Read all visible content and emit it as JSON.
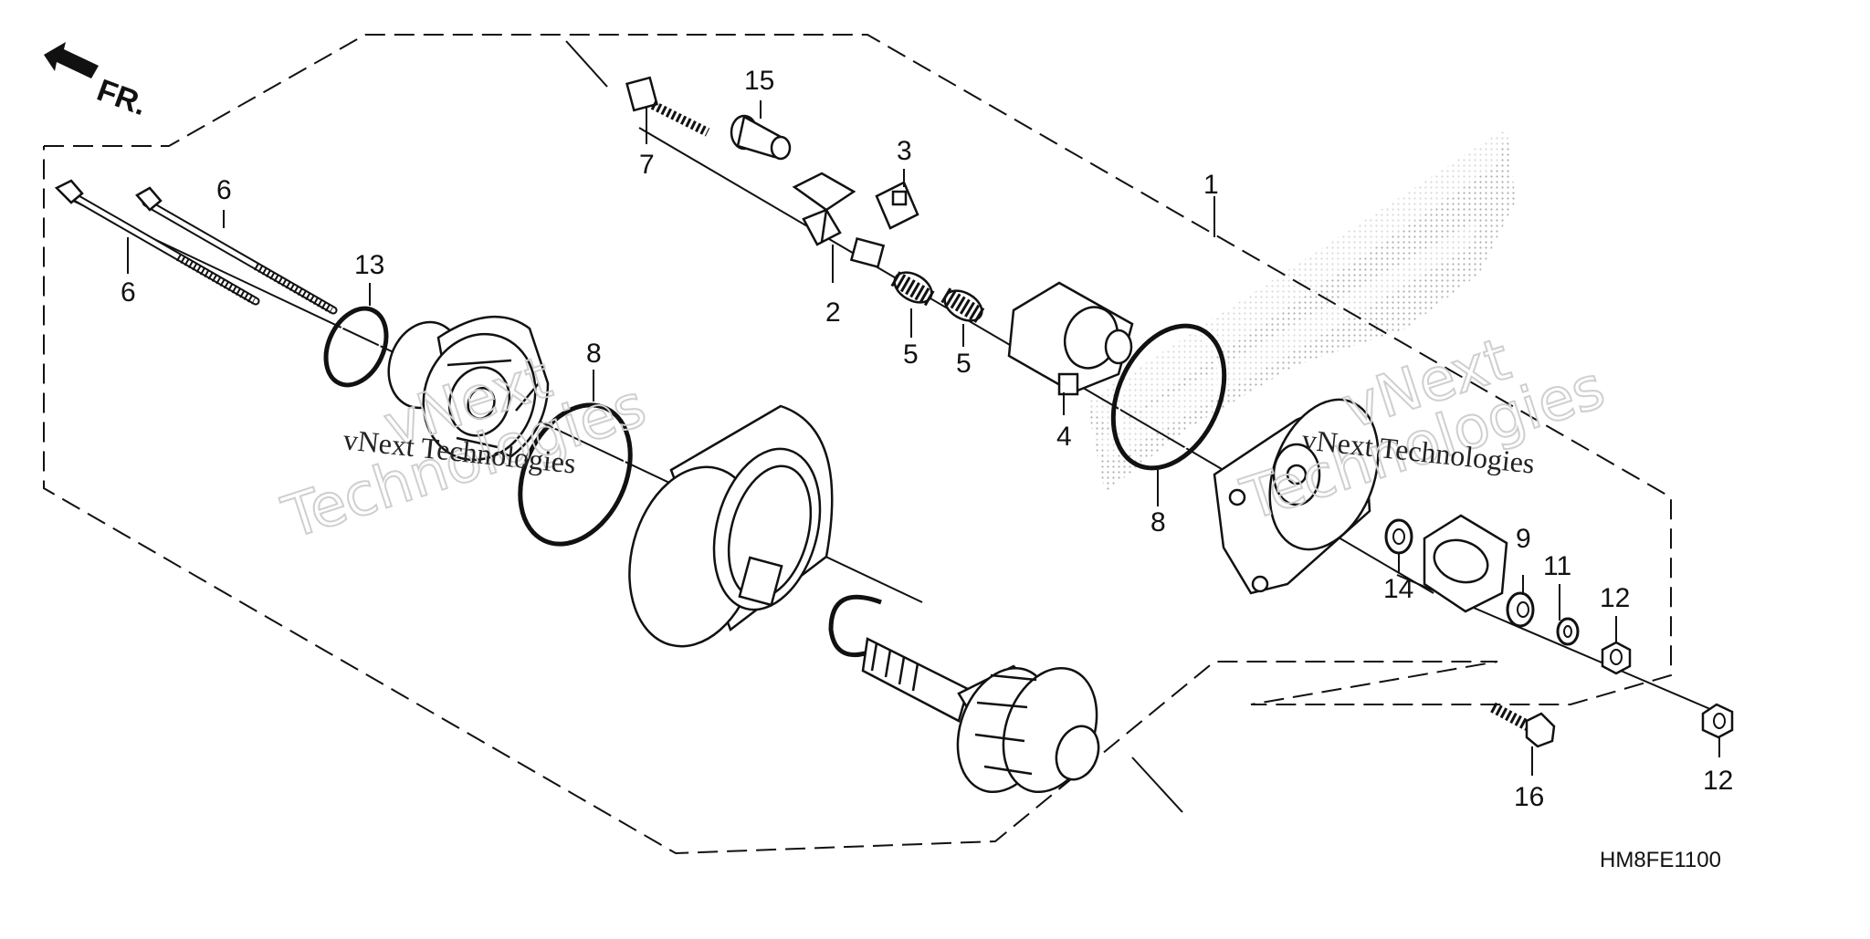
{
  "direction_label": "FR.",
  "diagram_code": "HM8FE1100",
  "watermark": {
    "line1": "vNext",
    "line2": "Technologies",
    "inline": "vNext Technologies"
  },
  "callouts": [
    "1",
    "2",
    "3",
    "4",
    "5",
    "5",
    "6",
    "6",
    "7",
    "8",
    "8",
    "9",
    "11",
    "12",
    "12",
    "13",
    "14",
    "15",
    "16"
  ],
  "colors": {
    "ink": "#111111",
    "stipple": "#9a9a9a",
    "watermark": "#cfcfcf"
  }
}
